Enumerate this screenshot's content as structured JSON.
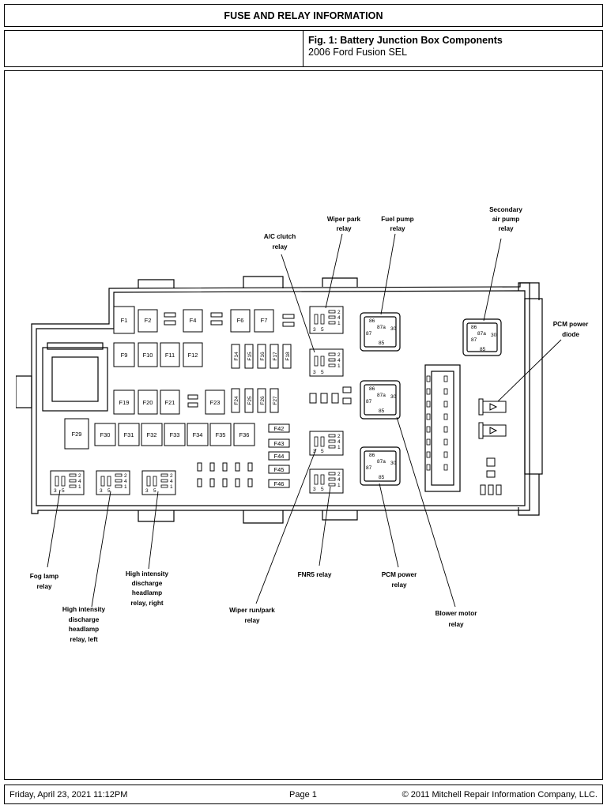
{
  "header": {
    "title": "FUSE AND RELAY INFORMATION"
  },
  "figure": {
    "title": "Fig. 1: Battery Junction Box Components",
    "subtitle": "2006 Ford Fusion SEL"
  },
  "footer": {
    "date": "Friday, April 23, 2021  11:12PM",
    "page": "Page 1",
    "copyright": "© 2011 Mitchell Repair Information Company, LLC."
  },
  "diagram": {
    "fuses": {
      "f1": "F1",
      "f2": "F2",
      "f4": "F4",
      "f6": "F6",
      "f7": "F7",
      "f9": "F9",
      "f10": "F10",
      "f11": "F11",
      "f12": "F12",
      "f14": "F14",
      "f15": "F15",
      "f16": "F16",
      "f17": "F17",
      "f18": "F18",
      "f19": "F19",
      "f20": "F20",
      "f21": "F21",
      "f23": "F23",
      "f24": "F24",
      "f25": "F25",
      "f26": "F26",
      "f27": "F27",
      "f29": "F29",
      "f30": "F30",
      "f31": "F31",
      "f32": "F32",
      "f33": "F33",
      "f34": "F34",
      "f35": "F35",
      "f36": "F36",
      "f42": "F42",
      "f43": "F43",
      "f44": "F44",
      "f45": "F45",
      "f46": "F46"
    },
    "labels": {
      "ac_clutch_l1": "A/C clutch",
      "ac_clutch_l2": "relay",
      "wiper_park_l1": "Wiper park",
      "wiper_park_l2": "relay",
      "fuel_pump_l1": "Fuel pump",
      "fuel_pump_l2": "relay",
      "sec_air_l1": "Secondary",
      "sec_air_l2": "air pump",
      "sec_air_l3": "relay",
      "pcm_diode_l1": "PCM power",
      "pcm_diode_l2": "diode",
      "fog_l1": "Fog lamp",
      "fog_l2": "relay",
      "hid_left_l1": "High intensity",
      "hid_left_l2": "discharge",
      "hid_left_l3": "headlamp",
      "hid_left_l4": "relay, left",
      "hid_right_l1": "High intensity",
      "hid_right_l2": "discharge",
      "hid_right_l3": "headlamp",
      "hid_right_l4": "relay, right",
      "wiper_run_l1": "Wiper run/park",
      "wiper_run_l2": "relay",
      "fnr5": "FNR5 relay",
      "pcm_relay_l1": "PCM power",
      "pcm_relay_l2": "relay",
      "blower_l1": "Blower motor",
      "blower_l2": "relay"
    },
    "pins": {
      "p86": "86",
      "p87a": "87a",
      "p30": "30",
      "p87": "87",
      "p85": "85",
      "p1": "1",
      "p2": "2",
      "p3": "3",
      "p4": "4",
      "p5": "5"
    }
  }
}
